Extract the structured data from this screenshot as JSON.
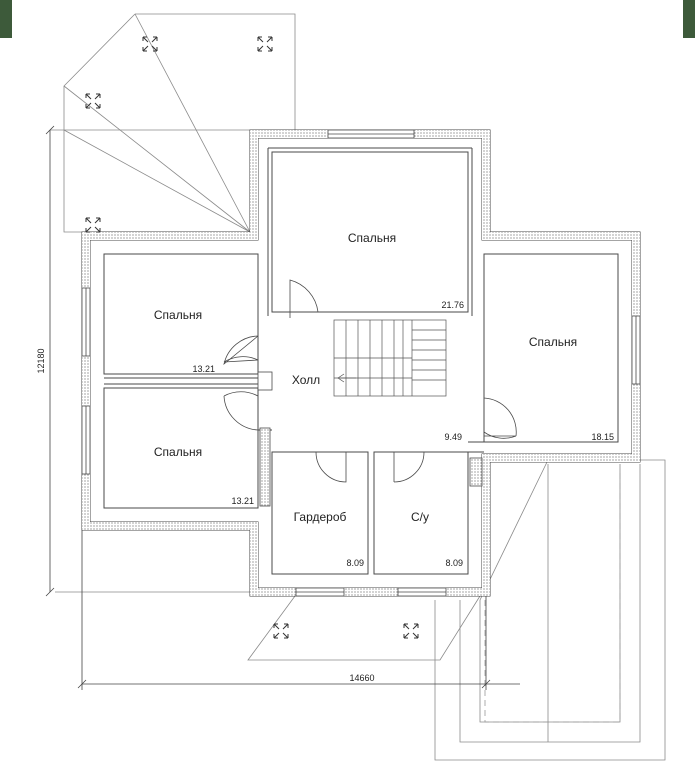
{
  "rooms": {
    "bedroom_top": {
      "name": "Спальня",
      "area": "21.76"
    },
    "bedroom_left1": {
      "name": "Спальня",
      "area": "13.21"
    },
    "bedroom_left2": {
      "name": "Спальня",
      "area": "13.21"
    },
    "bedroom_right": {
      "name": "Спальня",
      "area": "18.15"
    },
    "hall": {
      "name": "Холл",
      "area": "9.49"
    },
    "wardrobe": {
      "name": "Гардероб",
      "area": "8.09"
    },
    "bathroom": {
      "name": "С/у",
      "area": "8.09"
    }
  },
  "dimensions": {
    "overall_width": "14660",
    "overall_height": "12180"
  },
  "colors": {
    "wall": "#555555",
    "line": "#444444",
    "faint": "#9a9a9a",
    "corner_green": "#3d5a3a"
  },
  "icons": [
    "skylight-icon",
    "skylight-icon",
    "skylight-icon",
    "skylight-icon",
    "skylight-icon",
    "skylight-icon"
  ]
}
